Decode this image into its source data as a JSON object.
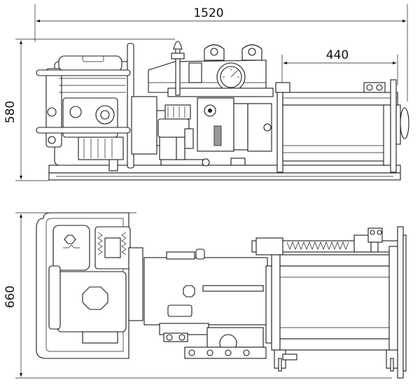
{
  "drawing": {
    "dimensions": {
      "overall_length": "1520",
      "side_height": "580",
      "drum_section_length": "440",
      "top_width": "660"
    }
  }
}
